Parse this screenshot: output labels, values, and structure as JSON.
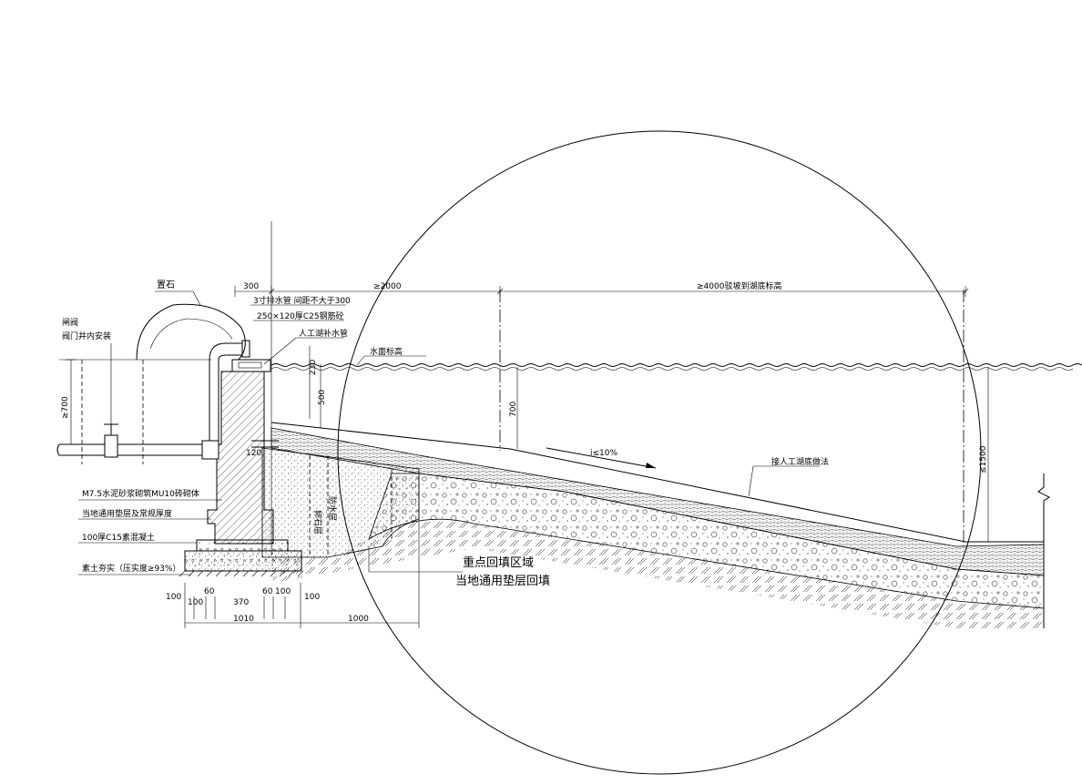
{
  "labels": {
    "stone": "置石",
    "gate_valve": "闸阀",
    "valve_note": "阀门井内安装",
    "drain_pipe": "3寸排水管 间距不大于300",
    "slab": "250×120厚C25钢筋砼",
    "overflow_pipe": "人工湖补水管",
    "water_level": "水面标高",
    "masonry": "M7.5水泥砂浆砌筑MU10砖砌体",
    "base_layer": "当地通用垫层及常规厚度",
    "concrete_base": "100厚C15素混凝土",
    "compacted_soil": "素土夯实（压实度≥93%）",
    "lake_bottom": "接人工湖底做法",
    "backfill_key": "重点回填区域",
    "backfill_general": "当地通用垫层回填",
    "slope": "i≤10%",
    "vertical_label_1": "卵石层",
    "vertical_label_2": "防水层"
  },
  "dimensions": {
    "top_300": "300",
    "top_2000": "≥2000",
    "top_4000": "≥4000驳坡到湖底标高",
    "depth_700_left": "≥700",
    "dim_230": "230",
    "dim_500": "500",
    "dim_700": "700",
    "dim_1500": "≤1500",
    "dim_120": "120",
    "bottom_100_a": "100",
    "bottom_100_b": "100",
    "bottom_60_a": "60",
    "bottom_370": "370",
    "bottom_60_b": "60",
    "bottom_100_c": "100",
    "bottom_100_d": "100",
    "bottom_1010": "1010",
    "bottom_1000": "1000"
  }
}
